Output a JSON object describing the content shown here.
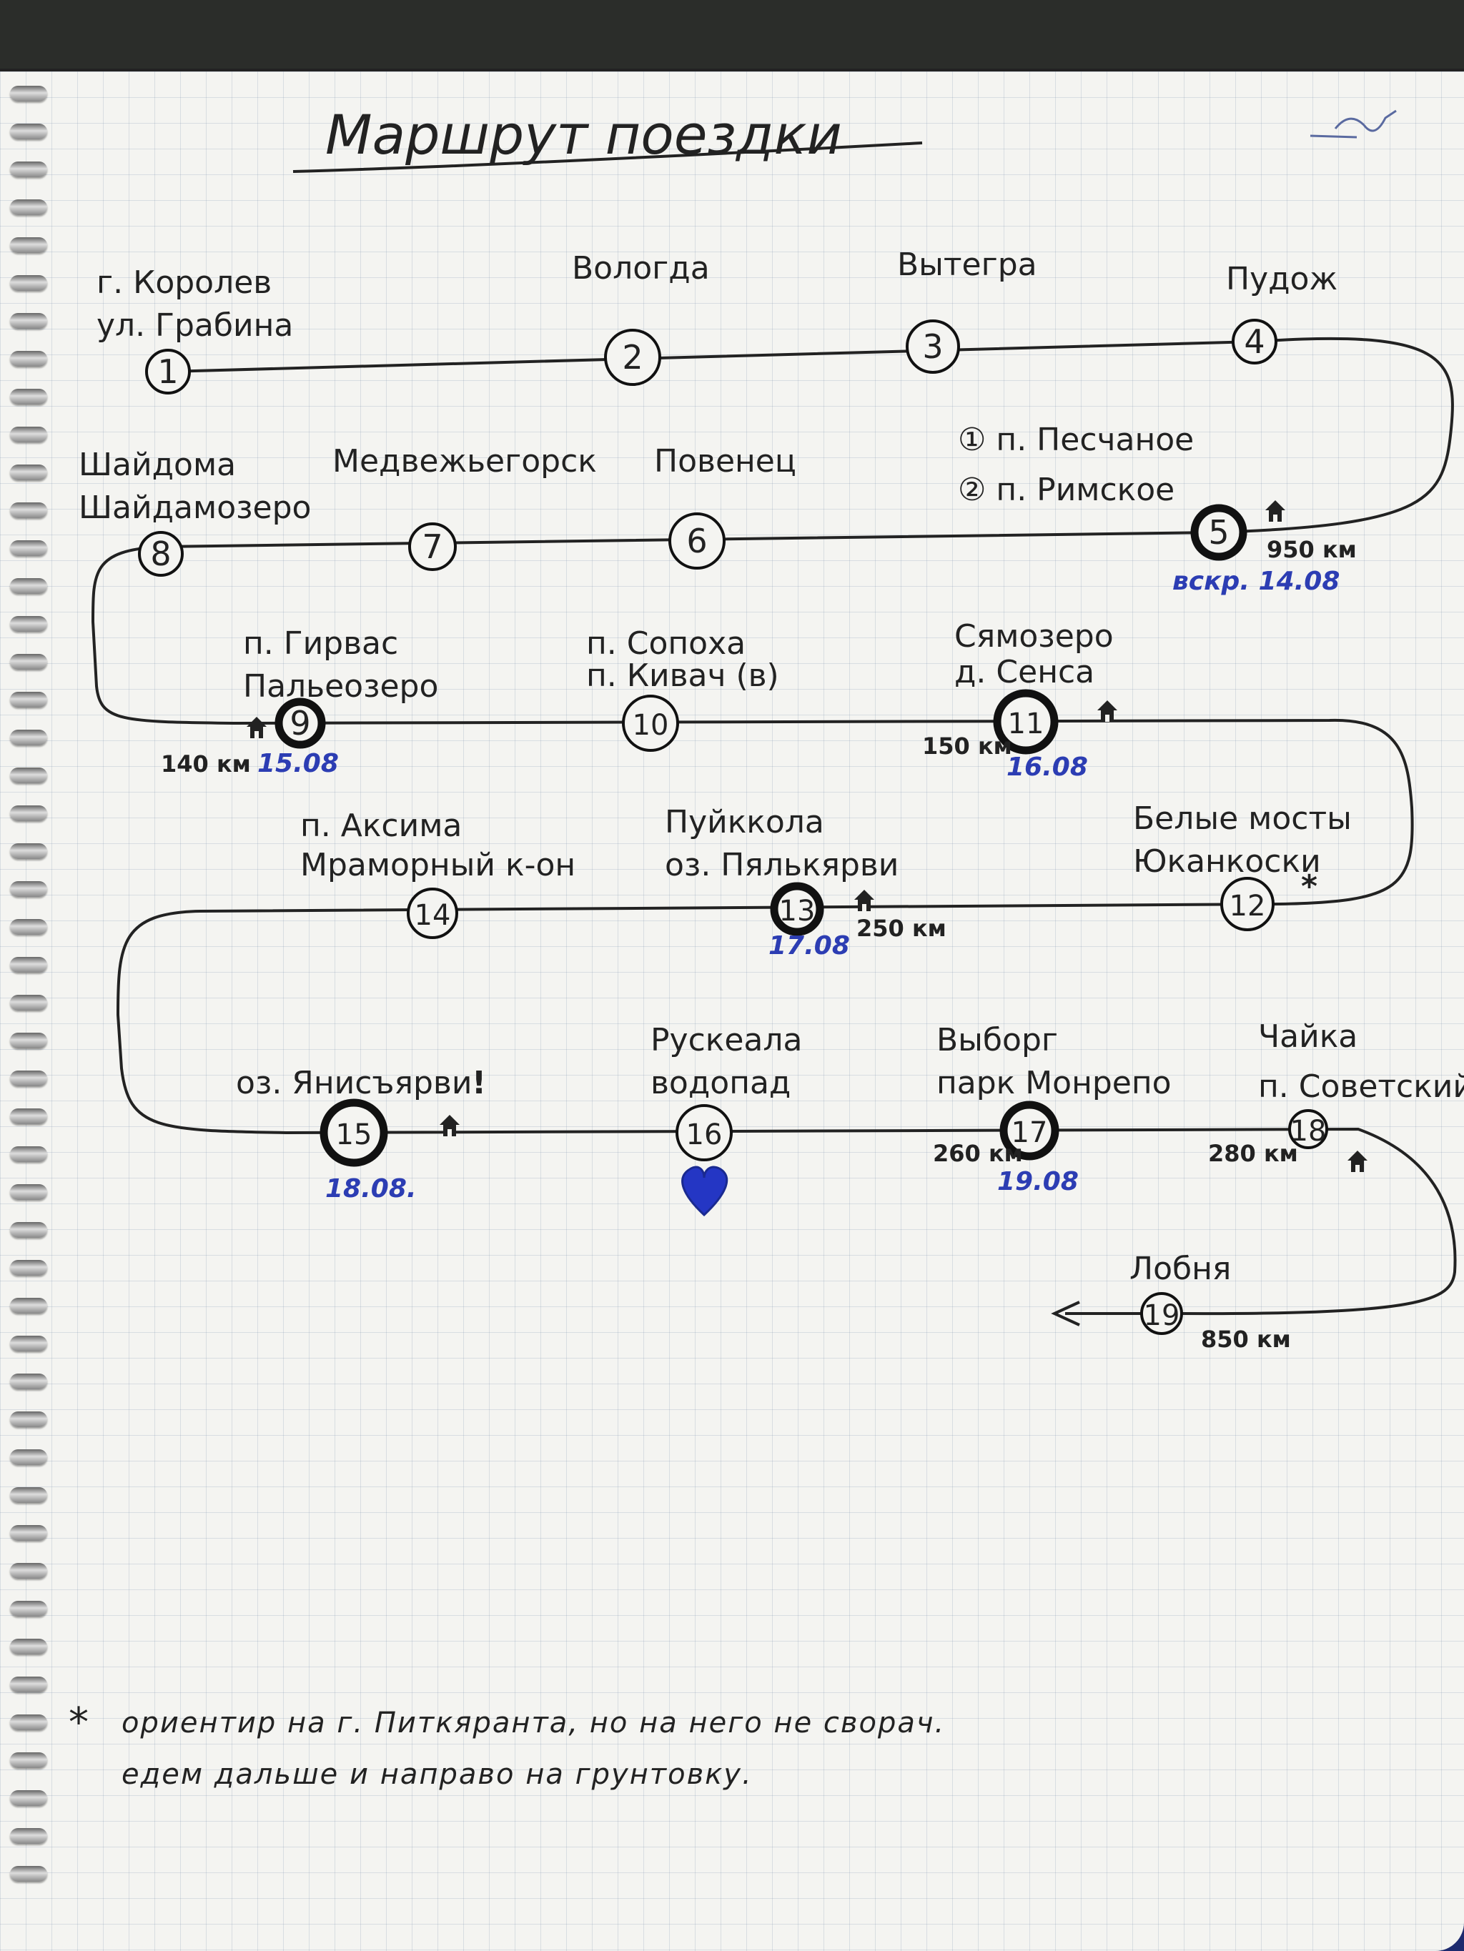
{
  "title": "Маршрут поездки",
  "stops": [
    {
      "n": "1",
      "label": [
        "г. Королев",
        "ул. Грабина"
      ]
    },
    {
      "n": "2",
      "label": [
        "Вологда"
      ]
    },
    {
      "n": "3",
      "label": [
        "Вытегра"
      ]
    },
    {
      "n": "4",
      "label": [
        "Пудож"
      ]
    },
    {
      "n": "5",
      "label": [
        "① п. Песчаное",
        "② п. Римское"
      ],
      "km": "950 км",
      "date": "вскр. 14.08",
      "stay": true
    },
    {
      "n": "6",
      "label": [
        "Повенец"
      ]
    },
    {
      "n": "7",
      "label": [
        "Медвежьегорск"
      ]
    },
    {
      "n": "8",
      "label": [
        "Шайдома",
        "Шайдамозеро"
      ]
    },
    {
      "n": "9",
      "label": [
        "п. Гирвас",
        "Пальеозеро"
      ],
      "km": "140 км",
      "date": "15.08",
      "stay": true
    },
    {
      "n": "10",
      "label": [
        "п. Сопоха",
        "п. Кивач (в)"
      ]
    },
    {
      "n": "11",
      "label": [
        "Сямозеро",
        "д. Сенса"
      ],
      "km": "150 км",
      "date": "16.08",
      "stay": true
    },
    {
      "n": "12",
      "label": [
        "Белые мосты",
        "Юканкоски"
      ],
      "mark": "*"
    },
    {
      "n": "13",
      "label": [
        "Пуйккола",
        "оз. Пялькярви"
      ],
      "km": "250 км",
      "date": "17.08",
      "stay": true
    },
    {
      "n": "14",
      "label": [
        "п. Аксима",
        "Мраморный к-он"
      ]
    },
    {
      "n": "15",
      "label": [
        "оз. Янисъярви"
      ],
      "mark": "!",
      "date": "18.08.",
      "stay": true
    },
    {
      "n": "16",
      "label": [
        "Рускеала",
        "водопад"
      ]
    },
    {
      "n": "17",
      "label": [
        "Выборг",
        "парк Монрепо"
      ],
      "km": "260 км",
      "date": "19.08"
    },
    {
      "n": "18",
      "label": [
        "Чайка",
        "п. Советский"
      ],
      "km": "280 км",
      "stay": true
    },
    {
      "n": "19",
      "label": [
        "Лобня"
      ],
      "km": "850 км"
    }
  ],
  "footnote": {
    "star": "*",
    "line1": "ориентир на г. Питкяранта, но на него не сворач.",
    "line2": "едем дальше и направо на грунтовку."
  },
  "colors": {
    "ink": "#222222",
    "blue_ink": "#2c3db3",
    "paper": "#f4f4f1"
  },
  "icons": {
    "stay": "house-icon",
    "favorite": "heart-icon"
  }
}
